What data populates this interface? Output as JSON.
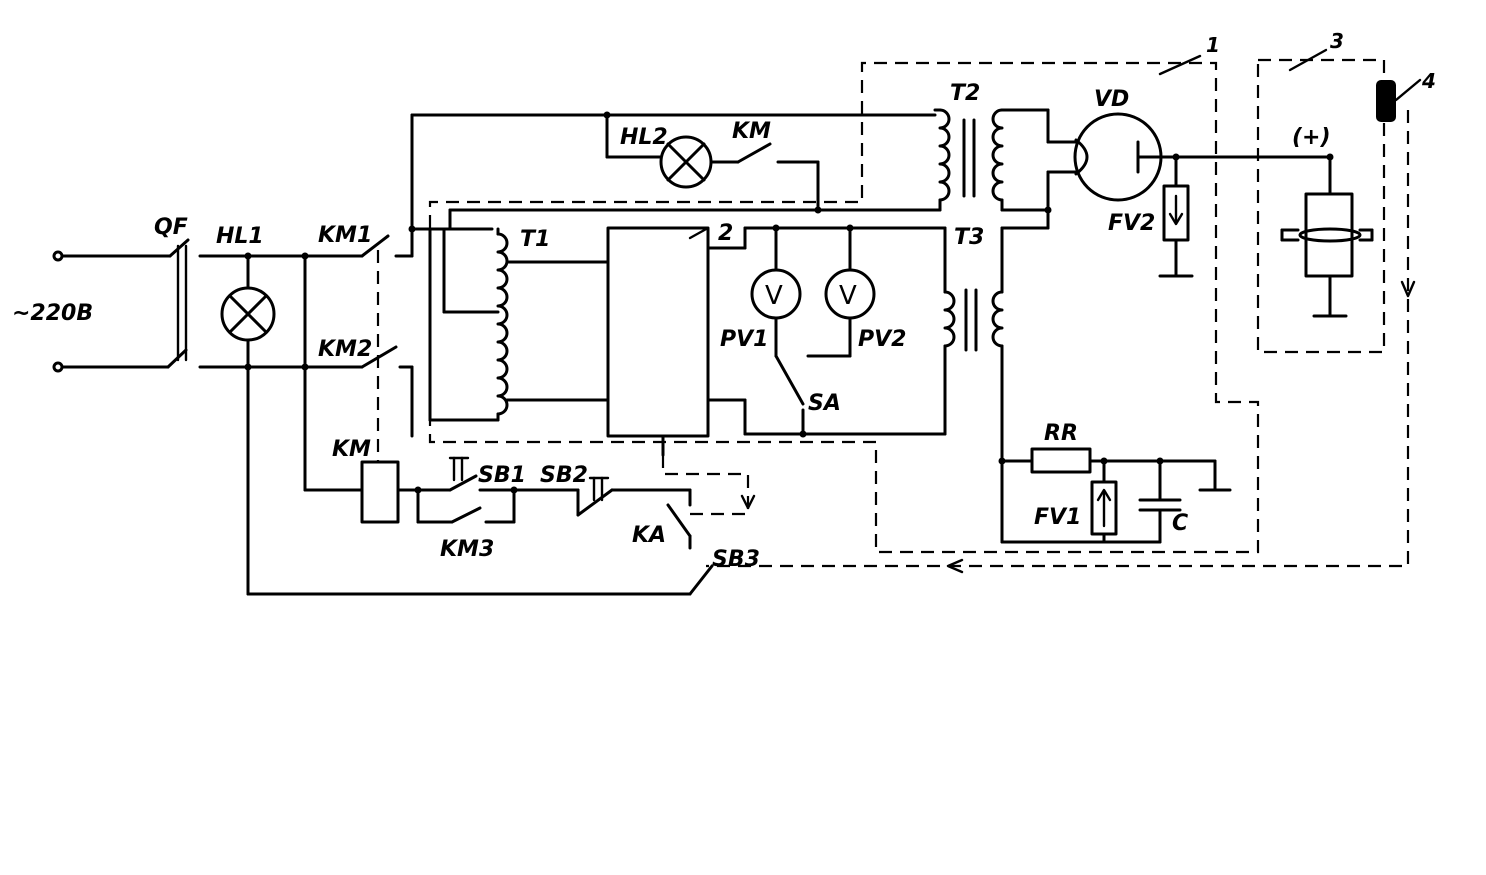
{
  "supply": {
    "label": "~220В"
  },
  "components": {
    "qf": "QF",
    "hl1": "HL1",
    "hl2": "HL2",
    "km1": "KM1",
    "km2": "KM2",
    "km_contact": "KM",
    "km_coil": "KM",
    "km3": "KM3",
    "sb1": "SB1",
    "sb2": "SB2",
    "sb3": "SB3",
    "ka": "KA",
    "t1": "T1",
    "t2": "T2",
    "t3": "T3",
    "vd": "VD",
    "fv1": "FV1",
    "fv2": "FV2",
    "rr": "RR",
    "c": "C",
    "pv1": "PV1",
    "pv2": "PV2",
    "sa": "SA",
    "polarity": "(+)"
  },
  "meter_symbols": {
    "pv1": "V",
    "pv2": "V"
  },
  "callouts": {
    "unit1": "1",
    "unit2": "2",
    "unit3": "3",
    "item4": "4"
  }
}
